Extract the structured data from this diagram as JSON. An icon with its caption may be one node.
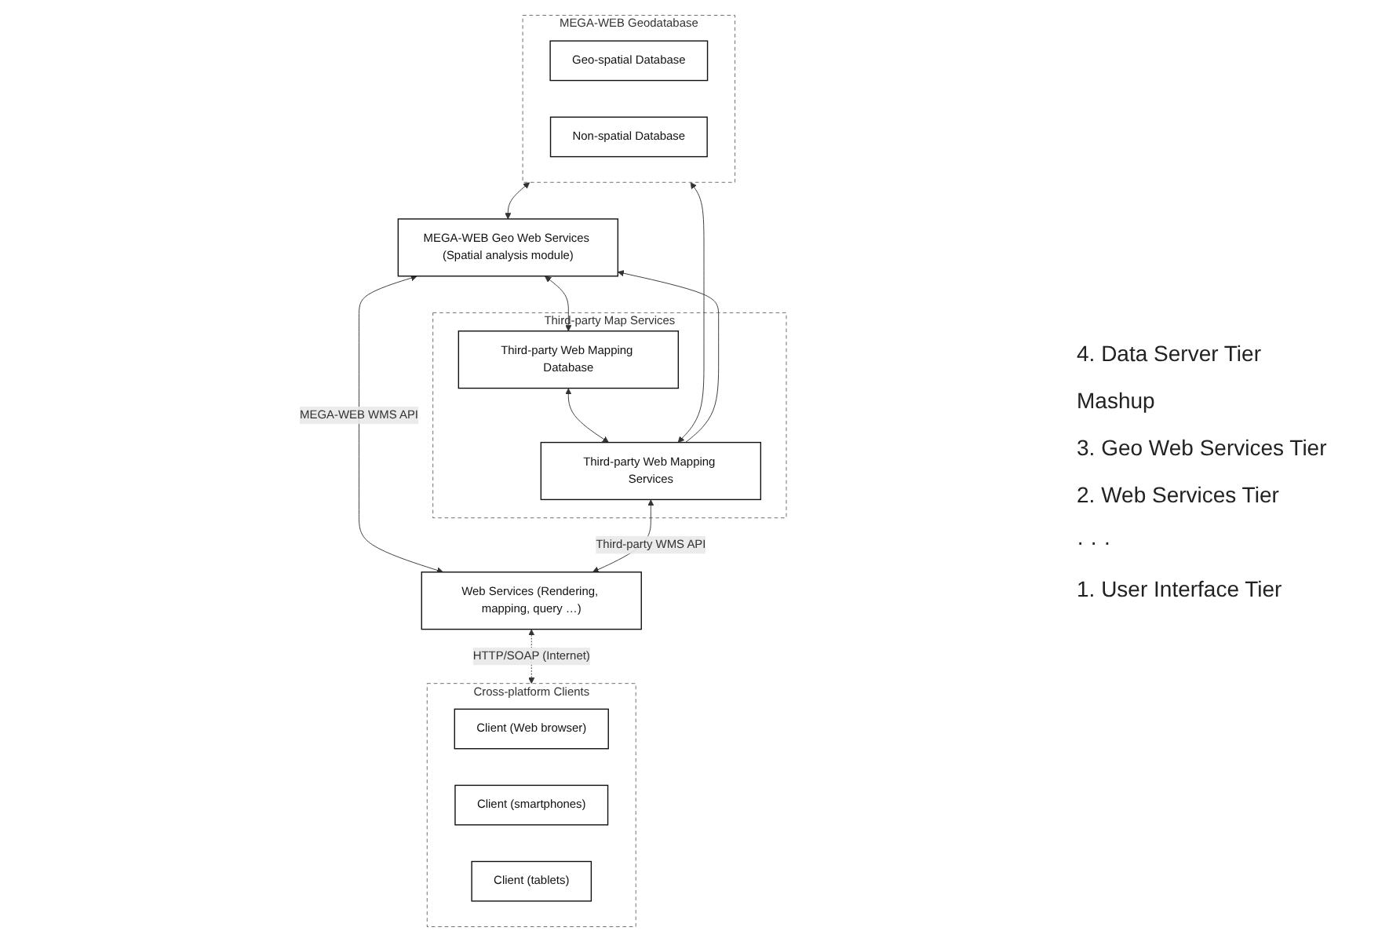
{
  "diagram": {
    "nodes": [
      {
        "text": [
          "MEGA-WEB Geodatabase"
        ]
      },
      {
        "text": [
          "Geo-spatial Database"
        ],
        "in": 0
      },
      {
        "text": [
          "Non-spatial Database"
        ],
        "in": 0
      },
      {
        "text": [
          "Third-party Map Services"
        ]
      },
      {
        "text": [
          "Third-party Web Mapping Database"
        ],
        "in": 3
      },
      {
        "text": [
          "Third-party Web Mapping Services"
        ],
        "in": 3
      },
      {
        "text": [
          "MEGA-WEB Geo Web Services (Spatial analysis module)"
        ]
      },
      {
        "text": [
          "Web Services (Rendering, mapping, query …)"
        ]
      },
      {
        "text": [
          "Cross-platform Clients"
        ]
      },
      {
        "text": [
          "Client (Web browser)"
        ],
        "in": 8
      },
      {
        "text": [
          "Client (smartphones)"
        ],
        "in": 8
      },
      {
        "text": [
          "Client (tablets)"
        ],
        "in": 8
      }
    ],
    "edges": [
      {
        "from": 0,
        "to": 6,
        "arrow": "both"
      },
      {
        "from": 6,
        "to": 4,
        "arrow": "both"
      },
      {
        "from": 0,
        "to": 5,
        "arrow": "both"
      },
      {
        "from": 4,
        "to": 5,
        "arrow": "both"
      },
      {
        "from": 5,
        "to": 6,
        "arrow": "to"
      },
      {
        "from": 6,
        "to": 7,
        "arrow": "both",
        "label": "MEGA-WEB WMS API"
      },
      {
        "from": 5,
        "to": 7,
        "arrow": "both",
        "label": "Third-party WMS API"
      },
      {
        "from": 7,
        "to": 8,
        "arrow": "both",
        "label": "HTTP/SOAP (Internet)",
        "style": "dashed"
      }
    ],
    "labels": [
      "4. Data Server Tier",
      "Mashup",
      "3. Geo Web Services Tier",
      "2. Web Services Tier",
      "· · ·",
      "1. User Interface Tier"
    ]
  }
}
